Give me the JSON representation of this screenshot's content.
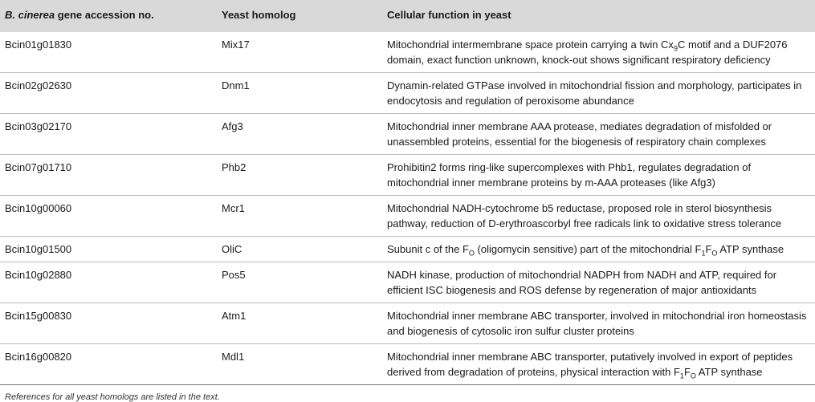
{
  "table": {
    "headers": {
      "col1_italic": "B. cinerea",
      "col1_rest": " gene accession no.",
      "col2": "Yeast homolog",
      "col3": "Cellular function in yeast"
    },
    "rows": [
      {
        "accession": "Bcin01g01830",
        "homolog": "Mix17",
        "f": [
          "Mitochondrial intermembrane space protein carrying a twin Cx",
          "9",
          "C motif and a DUF2076 domain, exact function unknown, knock-out shows significant respiratory deficiency"
        ]
      },
      {
        "accession": "Bcin02g02630",
        "homolog": "Dnm1",
        "f": [
          "Dynamin-related GTPase involved in mitochondrial fission and morphology, participates in endocytosis and regulation of peroxisome abundance"
        ]
      },
      {
        "accession": "Bcin03g02170",
        "homolog": "Afg3",
        "f": [
          "Mitochondrial inner membrane AAA protease, mediates degradation of misfolded or unassembled proteins, essential for the biogenesis of respiratory chain complexes"
        ]
      },
      {
        "accession": "Bcin07g01710",
        "homolog": "Phb2",
        "f": [
          "Prohibitin2 forms ring-like supercomplexes with Phb1, regulates degradation of mitochondrial inner membrane proteins by m-AAA proteases (like Afg3)"
        ]
      },
      {
        "accession": "Bcin10g00060",
        "homolog": "Mcr1",
        "f": [
          "Mitochondrial NADH-cytochrome b5 reductase, proposed role in sterol biosynthesis pathway, reduction of D-erythroascorbyl free radicals link to oxidative stress tolerance"
        ]
      },
      {
        "accession": "Bcin10g01500",
        "homolog": "OliC",
        "f": [
          "Subunit c of the F",
          "O",
          " (oligomycin sensitive) part of the mitochondrial F",
          "1",
          "F",
          "O",
          " ATP synthase"
        ]
      },
      {
        "accession": "Bcin10g02880",
        "homolog": "Pos5",
        "f": [
          "NADH kinase, production of mitochondrial NADPH from NADH and ATP, required for efficient ISC biogenesis and ROS defense by regeneration of major antioxidants"
        ]
      },
      {
        "accession": "Bcin15g00830",
        "homolog": "Atm1",
        "f": [
          "Mitochondrial inner membrane ABC transporter, involved in mitochondrial iron homeostasis and biogenesis of cytosolic iron sulfur cluster proteins"
        ]
      },
      {
        "accession": "Bcin16g00820",
        "homolog": "Mdl1",
        "f": [
          "Mitochondrial inner membrane ABC transporter, putatively involved in export of peptides derived from degradation of proteins, physical interaction with F",
          "1",
          "F",
          "O",
          " ATP synthase"
        ]
      }
    ]
  },
  "footnote": "References for all yeast homologs are listed in the text."
}
